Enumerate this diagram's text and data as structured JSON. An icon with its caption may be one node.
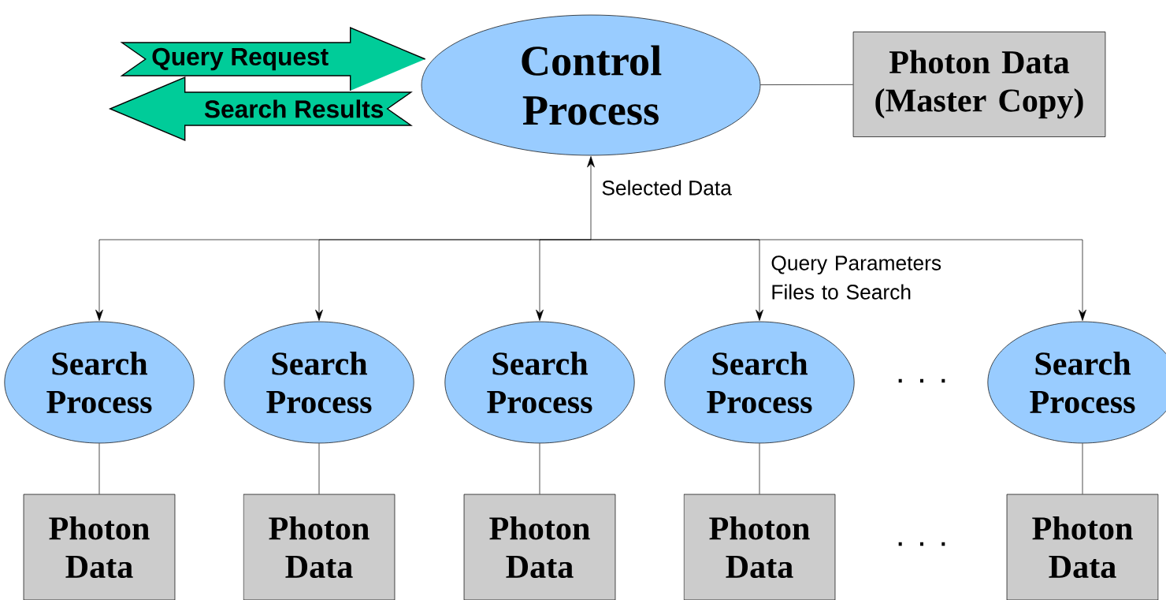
{
  "diagram": {
    "nodes": [
      {
        "text": [
          "Control Process"
        ]
      },
      {
        "text": [
          "Photon Data (Master Copy)"
        ]
      },
      {
        "text": [
          "Search Process"
        ]
      },
      {
        "text": [
          "Search Process"
        ]
      },
      {
        "text": [
          "Search Process"
        ]
      },
      {
        "text": [
          "Search Process"
        ]
      },
      {
        "text": [
          "Search Process"
        ]
      },
      {
        "text": [
          "Photon Data"
        ]
      },
      {
        "text": [
          "Photon Data"
        ]
      },
      {
        "text": [
          "Photon Data"
        ]
      },
      {
        "text": [
          "Photon Data"
        ]
      },
      {
        "text": [
          "Photon Data"
        ]
      }
    ],
    "edges": [
      {
        "from": null,
        "to": 0,
        "arrow": "to",
        "label": "Query Request",
        "style": "thick",
        "color": "#00cc99"
      },
      {
        "from": 0,
        "to": null,
        "arrow": "to",
        "label": "Search Results",
        "style": "thick",
        "color": "#00cc99"
      },
      {
        "from": 0,
        "to": 1,
        "arrow": "none"
      },
      {
        "from": 0,
        "to": 2,
        "arrow": "both"
      },
      {
        "from": 0,
        "to": 3,
        "arrow": "both"
      },
      {
        "from": 0,
        "to": 4,
        "arrow": "both"
      },
      {
        "from": 0,
        "to": 5,
        "arrow": "both"
      },
      {
        "from": 0,
        "to": 6,
        "arrow": "both"
      },
      {
        "from": 2,
        "to": 7,
        "arrow": "none"
      },
      {
        "from": 3,
        "to": 8,
        "arrow": "none"
      },
      {
        "from": 4,
        "to": 9,
        "arrow": "none"
      },
      {
        "from": 5,
        "to": 10,
        "arrow": "none"
      },
      {
        "from": 6,
        "to": 11,
        "arrow": "none"
      }
    ],
    "labels": [
      "Selected Data",
      "Query Parameters Files to Search",
      ". . .",
      ". . ."
    ]
  }
}
